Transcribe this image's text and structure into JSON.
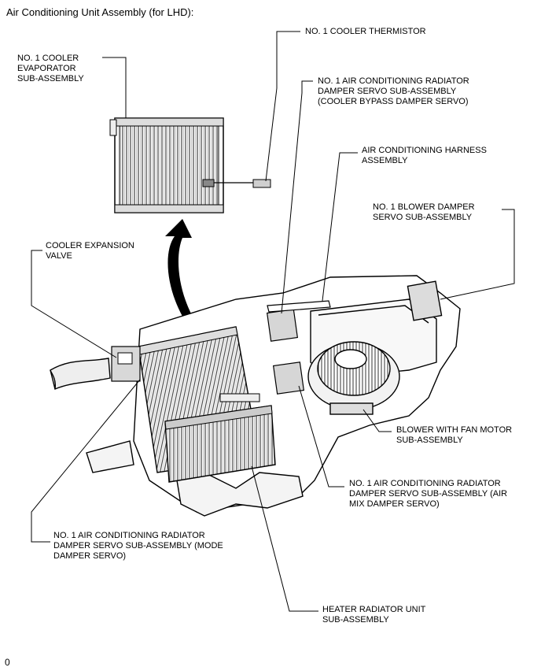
{
  "title": "Air Conditioning Unit Assembly (for LHD):",
  "footer_code": "0",
  "labels": {
    "cooler_thermistor": "NO. 1 COOLER THERMISTOR",
    "cooler_evaporator": "NO. 1 COOLER\nEVAPORATOR\nSUB-ASSEMBLY",
    "bypass_damper_servo": "NO. 1 AIR CONDITIONING RADIATOR\nDAMPER SERVO SUB-ASSEMBLY\n(COOLER BYPASS DAMPER SERVO)",
    "harness_assembly": "AIR CONDITIONING HARNESS\nASSEMBLY",
    "blower_damper_servo": "NO. 1 BLOWER DAMPER\nSERVO SUB-ASSEMBLY",
    "cooler_expansion_valve": "COOLER EXPANSION\nVALVE",
    "blower_fan_motor": "BLOWER WITH FAN MOTOR\nSUB-ASSEMBLY",
    "air_mix_damper_servo": "NO. 1 AIR CONDITIONING RADIATOR\nDAMPER SERVO SUB-ASSEMBLY (AIR\nMIX DAMPER SERVO)",
    "mode_damper_servo": "NO. 1 AIR CONDITIONING RADIATOR\nDAMPER SERVO SUB-ASSEMBLY (MODE\nDAMPER SERVO)",
    "heater_radiator": "HEATER RADIATOR UNIT\nSUB-ASSEMBLY"
  }
}
